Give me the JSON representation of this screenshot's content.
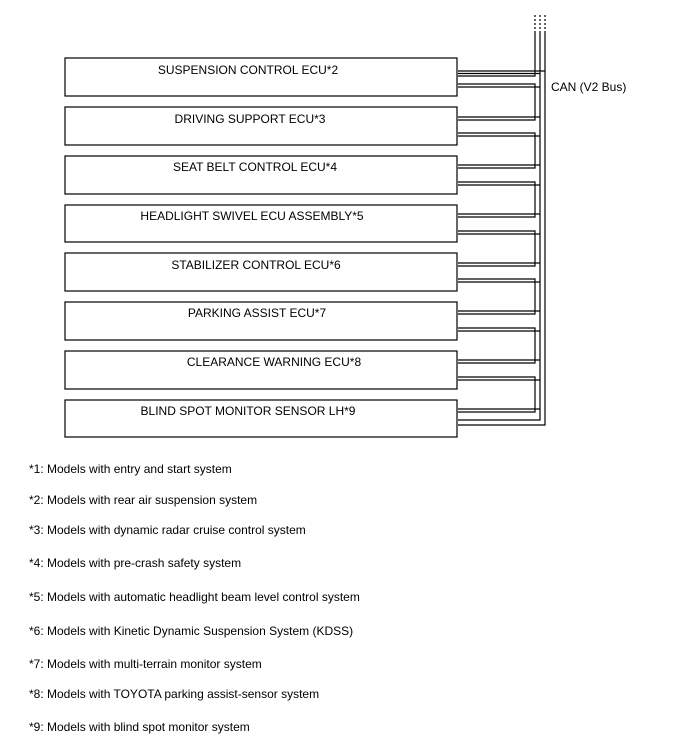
{
  "bus_label": "CAN (V2 Bus)",
  "ecus": [
    {
      "label": "SUSPENSION CONTROL ECU*2"
    },
    {
      "label": "DRIVING SUPPORT ECU*3"
    },
    {
      "label": "SEAT BELT CONTROL ECU*4"
    },
    {
      "label": "HEADLIGHT SWIVEL ECU ASSEMBLY*5"
    },
    {
      "label": "STABILIZER CONTROL ECU*6"
    },
    {
      "label": "PARKING ASSIST ECU*7"
    },
    {
      "label": "CLEARANCE WARNING ECU*8"
    },
    {
      "label": "BLIND SPOT MONITOR SENSOR LH*9"
    }
  ],
  "notes": [
    "*1: Models with entry and start system",
    "*2: Models with rear air suspension system",
    "*3: Models with dynamic radar cruise control system",
    "*4: Models with pre-crash safety system",
    "*5: Models with automatic headlight beam level control system",
    "*6: Models with Kinetic Dynamic Suspension System (KDSS)",
    "*7: Models with multi-terrain monitor system",
    "*8: Models with TOYOTA parking assist-sensor system",
    "*9: Models with blind spot monitor system"
  ]
}
